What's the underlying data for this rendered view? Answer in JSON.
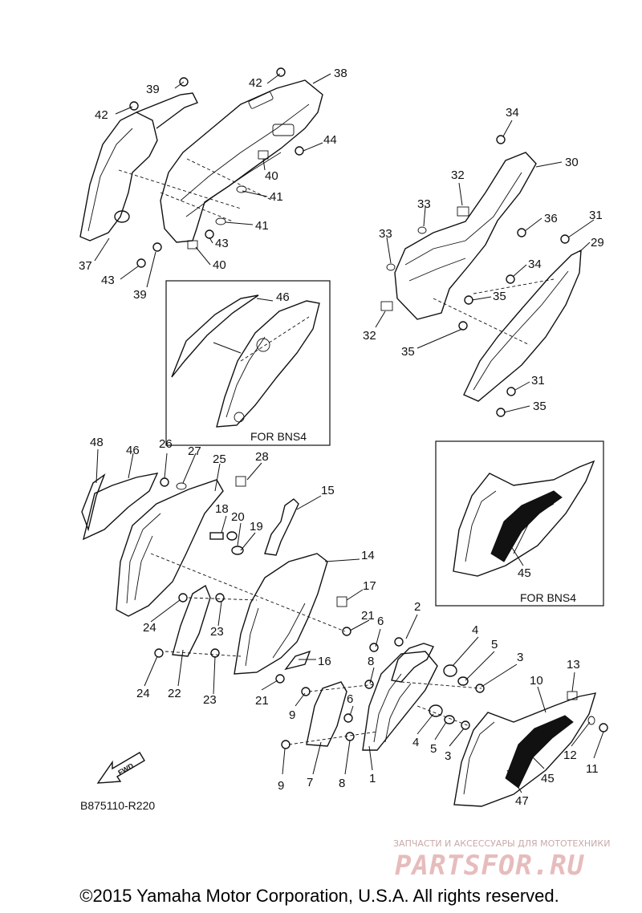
{
  "labels": {
    "l1": "1",
    "l2": "2",
    "l3a": "3",
    "l3b": "3",
    "l4a": "4",
    "l4b": "4",
    "l5a": "5",
    "l5b": "5",
    "l6a": "6",
    "l6b": "6",
    "l7": "7",
    "l8a": "8",
    "l8b": "8",
    "l9a": "9",
    "l9b": "9",
    "l10": "10",
    "l11": "11",
    "l12": "12",
    "l13": "13",
    "l14": "14",
    "l15": "15",
    "l16": "16",
    "l17": "17",
    "l18": "18",
    "l19": "19",
    "l20": "20",
    "l21a": "21",
    "l21b": "21",
    "l22": "22",
    "l23a": "23",
    "l23b": "23",
    "l24a": "24",
    "l24b": "24",
    "l25": "25",
    "l26": "26",
    "l27": "27",
    "l28": "28",
    "l29": "29",
    "l30": "30",
    "l31a": "31",
    "l31b": "31",
    "l32a": "32",
    "l32b": "32",
    "l33a": "33",
    "l33b": "33",
    "l34a": "34",
    "l34b": "34",
    "l35a": "35",
    "l35b": "35",
    "l35c": "35",
    "l36": "36",
    "l37": "37",
    "l38": "38",
    "l39a": "39",
    "l39b": "39",
    "l40a": "40",
    "l40b": "40",
    "l41a": "41",
    "l41b": "41",
    "l42a": "42",
    "l42b": "42",
    "l43a": "43",
    "l43b": "43",
    "l44": "44",
    "l45a": "45",
    "l45b": "45",
    "l46a": "46",
    "l46b": "46",
    "l47": "47",
    "l48": "48"
  },
  "boxes": {
    "bns4_top_caption": "FOR BNS4",
    "bns4_right_caption": "FOR BNS4"
  },
  "fwd_arrow": "FWD",
  "diagram_code": "B875110-R220",
  "watermark": {
    "top_line": "ЗАПЧАСТИ И АКСЕССУАРЫ ДЛЯ МОТОТЕХНИКИ",
    "brand": "PARTSFOR.RU"
  },
  "copyright": "©2015 Yamaha Motor Corporation, U.S.A. All rights reserved."
}
